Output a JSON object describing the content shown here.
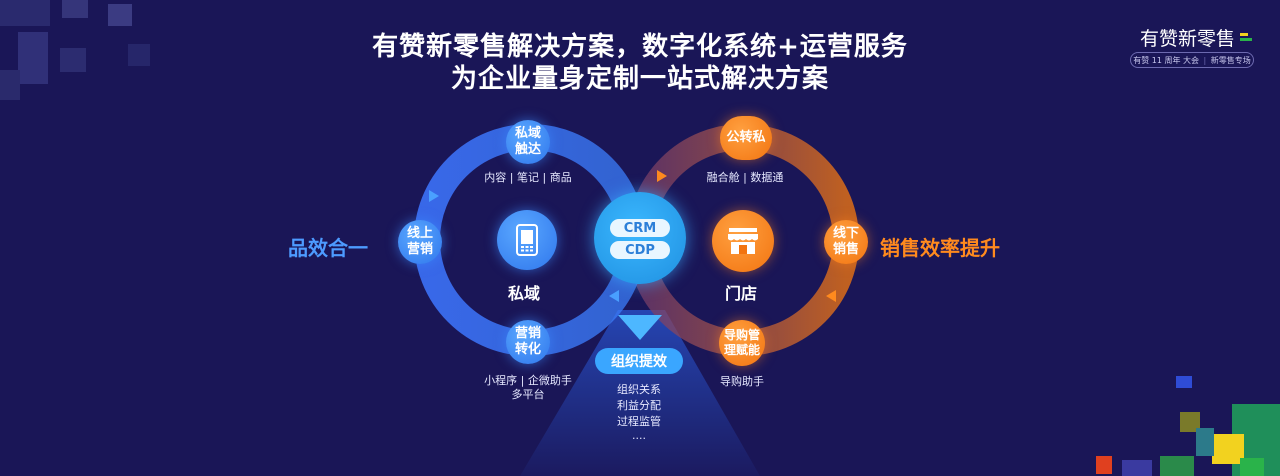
{
  "title": {
    "line1": "有赞新零售解决方案，数字化系统+运营服务",
    "line2": "为企业量身定制一站式解决方案"
  },
  "brand": {
    "name": "有赞新零售",
    "sub_left": "有赞 11 周年 大会",
    "sub_right": "新零售专场"
  },
  "left_loop": {
    "label": "品效合一",
    "center_label": "私域",
    "nodes": {
      "top": {
        "line1": "私域",
        "line2": "触达",
        "caption": "内容 | 笔记 | 商品"
      },
      "left": {
        "line1": "线上",
        "line2": "营销"
      },
      "bottom": {
        "line1": "营销",
        "line2": "转化",
        "caption1": "小程序 | 企微助手",
        "caption2": "多平台"
      }
    }
  },
  "right_loop": {
    "label": "销售效率提升",
    "center_label": "门店",
    "nodes": {
      "top": {
        "line1": "公转私",
        "caption": "融合舱 | 数据通"
      },
      "right": {
        "line1": "线下",
        "line2": "销售"
      },
      "bottom": {
        "line1": "导购管",
        "line2": "理赋能",
        "caption": "导购助手"
      }
    }
  },
  "center": {
    "pill1": "CRM",
    "pill2": "CDP",
    "org_label": "组织提效",
    "org_items": [
      "组织关系",
      "利益分配",
      "过程监管",
      "...."
    ]
  },
  "colors": {
    "background": "#1a1657",
    "blue": "#3d8bff",
    "orange": "#ff8a1e",
    "center": "#2aa7f2"
  },
  "icons": {
    "left_center": "phone-icon",
    "right_center": "store-icon"
  }
}
